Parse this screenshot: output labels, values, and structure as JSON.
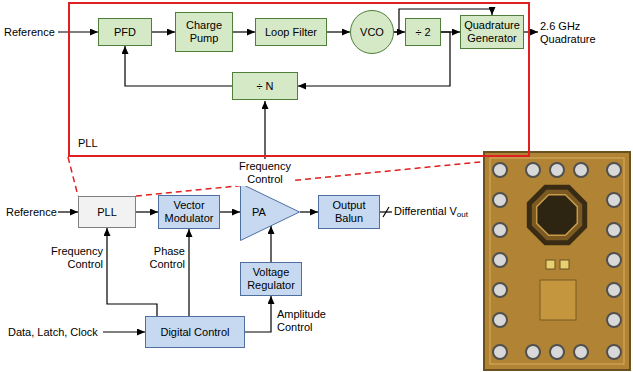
{
  "diagram": {
    "nodes": [
      {
        "text": [
          "PLL"
        ]
      },
      {
        "text": [
          "PFD"
        ],
        "in": 0
      },
      {
        "text": [
          "Charge Pump"
        ],
        "in": 0
      },
      {
        "text": [
          "Loop Filter"
        ],
        "in": 0
      },
      {
        "text": [
          "VCO"
        ],
        "in": 0
      },
      {
        "text": [
          "÷ 2"
        ],
        "in": 0
      },
      {
        "text": [
          "Quadrature Generator"
        ],
        "in": 0
      },
      {
        "text": [
          "÷ N"
        ],
        "in": 0
      },
      {
        "text": [
          "PLL"
        ]
      },
      {
        "text": [
          "Vector Modulator"
        ]
      },
      {
        "text": [
          "PA"
        ]
      },
      {
        "text": [
          "Output Balun"
        ]
      },
      {
        "text": [
          "Voltage Regulator"
        ]
      },
      {
        "text": [
          "Digital Control"
        ]
      }
    ],
    "edges": [
      {
        "from": 1,
        "to": 2,
        "arrow": "to"
      },
      {
        "from": 2,
        "to": 3,
        "arrow": "to"
      },
      {
        "from": 3,
        "to": 4,
        "arrow": "to"
      },
      {
        "from": 4,
        "to": 5,
        "arrow": "to"
      },
      {
        "from": 4,
        "to": 6,
        "arrow": "to"
      },
      {
        "from": 5,
        "to": 6,
        "arrow": "to"
      },
      {
        "from": 5,
        "to": 7,
        "arrow": "to"
      },
      {
        "from": 7,
        "to": 1,
        "arrow": "to"
      },
      {
        "from": 8,
        "to": 9,
        "arrow": "to"
      },
      {
        "from": 9,
        "to": 10,
        "arrow": "to"
      },
      {
        "from": 10,
        "to": 11,
        "arrow": "to"
      },
      {
        "from": 12,
        "to": 10,
        "arrow": "to"
      },
      {
        "from": 13,
        "to": 8,
        "arrow": "to",
        "label": "Frequency Control"
      },
      {
        "from": 13,
        "to": 9,
        "arrow": "to",
        "label": "Phase Control"
      },
      {
        "from": 13,
        "to": 12,
        "arrow": "to",
        "label": "Amplitude Control"
      }
    ],
    "labels": [
      "Reference",
      "2.6 GHz Quadrature",
      "Frequency Control",
      "Reference",
      "Data, Latch, Clock",
      "Differential V",
      "out"
    ]
  }
}
